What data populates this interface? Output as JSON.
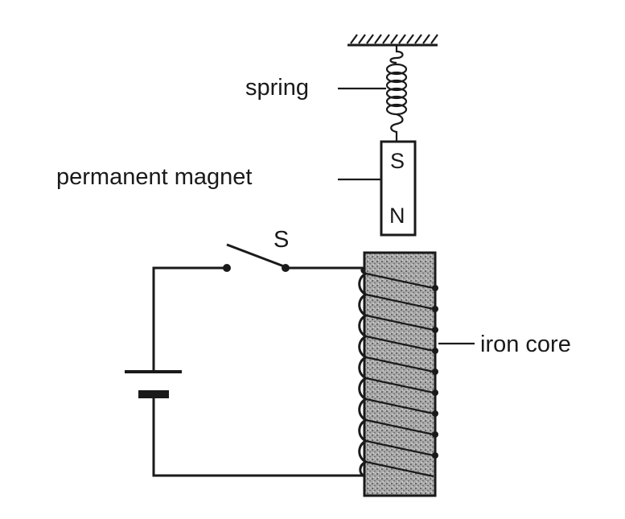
{
  "labels": {
    "spring": "spring",
    "permanent_magnet": "permanent magnet",
    "switch": "S",
    "iron_core": "iron core"
  },
  "magnet_poles": {
    "top": "S",
    "bottom": "N"
  },
  "colors": {
    "ink": "#1a1a1a",
    "core_fill": "#9a9a9a",
    "background": "#ffffff"
  }
}
